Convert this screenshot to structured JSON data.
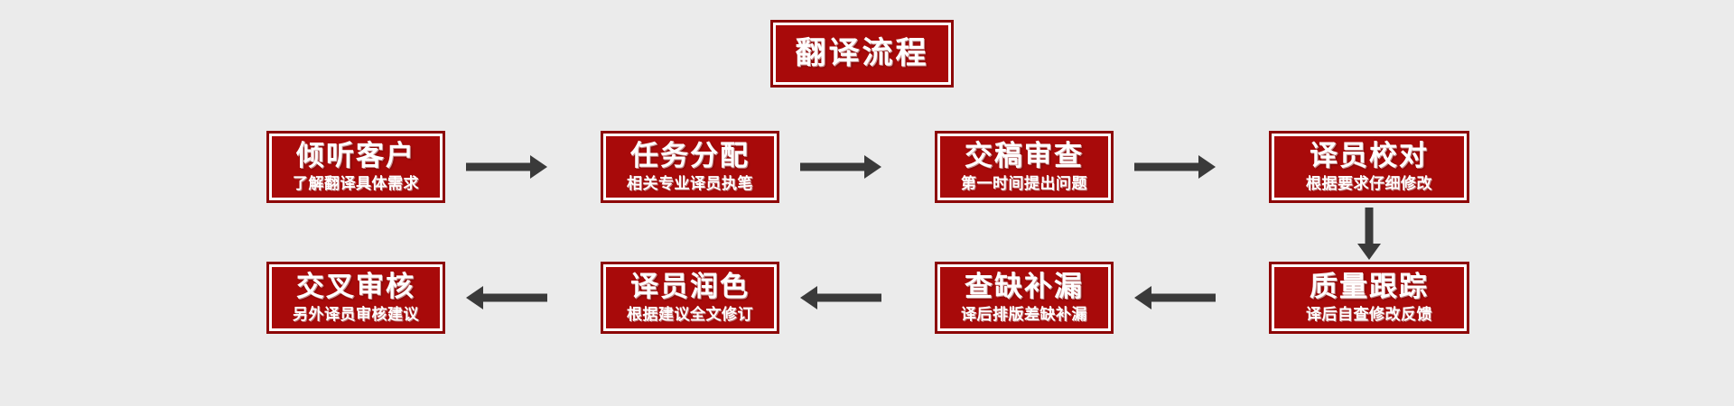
{
  "diagram": {
    "background_color": "#ebebeb",
    "box_fill_color": "#a80a0a",
    "box_border_color": "#8c0606",
    "box_inner_ring_color": "#ffffff",
    "text_color": "#ffffff",
    "arrow_color": "#3a3a3a",
    "header": {
      "title": "翻译流程"
    },
    "steps": [
      {
        "id": "step-1",
        "title": "倾听客户",
        "subtitle": "了解翻译具体需求"
      },
      {
        "id": "step-2",
        "title": "任务分配",
        "subtitle": "相关专业译员执笔"
      },
      {
        "id": "step-3",
        "title": "交稿审查",
        "subtitle": "第一时间提出问题"
      },
      {
        "id": "step-4",
        "title": "译员校对",
        "subtitle": "根据要求仔细修改"
      },
      {
        "id": "step-5",
        "title": "质量跟踪",
        "subtitle": "译后自查修改反馈"
      },
      {
        "id": "step-6",
        "title": "查缺补漏",
        "subtitle": "译后排版差缺补漏"
      },
      {
        "id": "step-7",
        "title": "译员润色",
        "subtitle": "根据建议全文修订"
      },
      {
        "id": "step-8",
        "title": "交叉审核",
        "subtitle": "另外译员审核建议"
      }
    ],
    "connectors": [
      {
        "id": "arrow-1-2",
        "direction": "right"
      },
      {
        "id": "arrow-2-3",
        "direction": "right"
      },
      {
        "id": "arrow-3-4",
        "direction": "right"
      },
      {
        "id": "arrow-4-5",
        "direction": "down"
      },
      {
        "id": "arrow-5-6",
        "direction": "left"
      },
      {
        "id": "arrow-6-7",
        "direction": "left"
      },
      {
        "id": "arrow-7-8",
        "direction": "left"
      }
    ]
  }
}
